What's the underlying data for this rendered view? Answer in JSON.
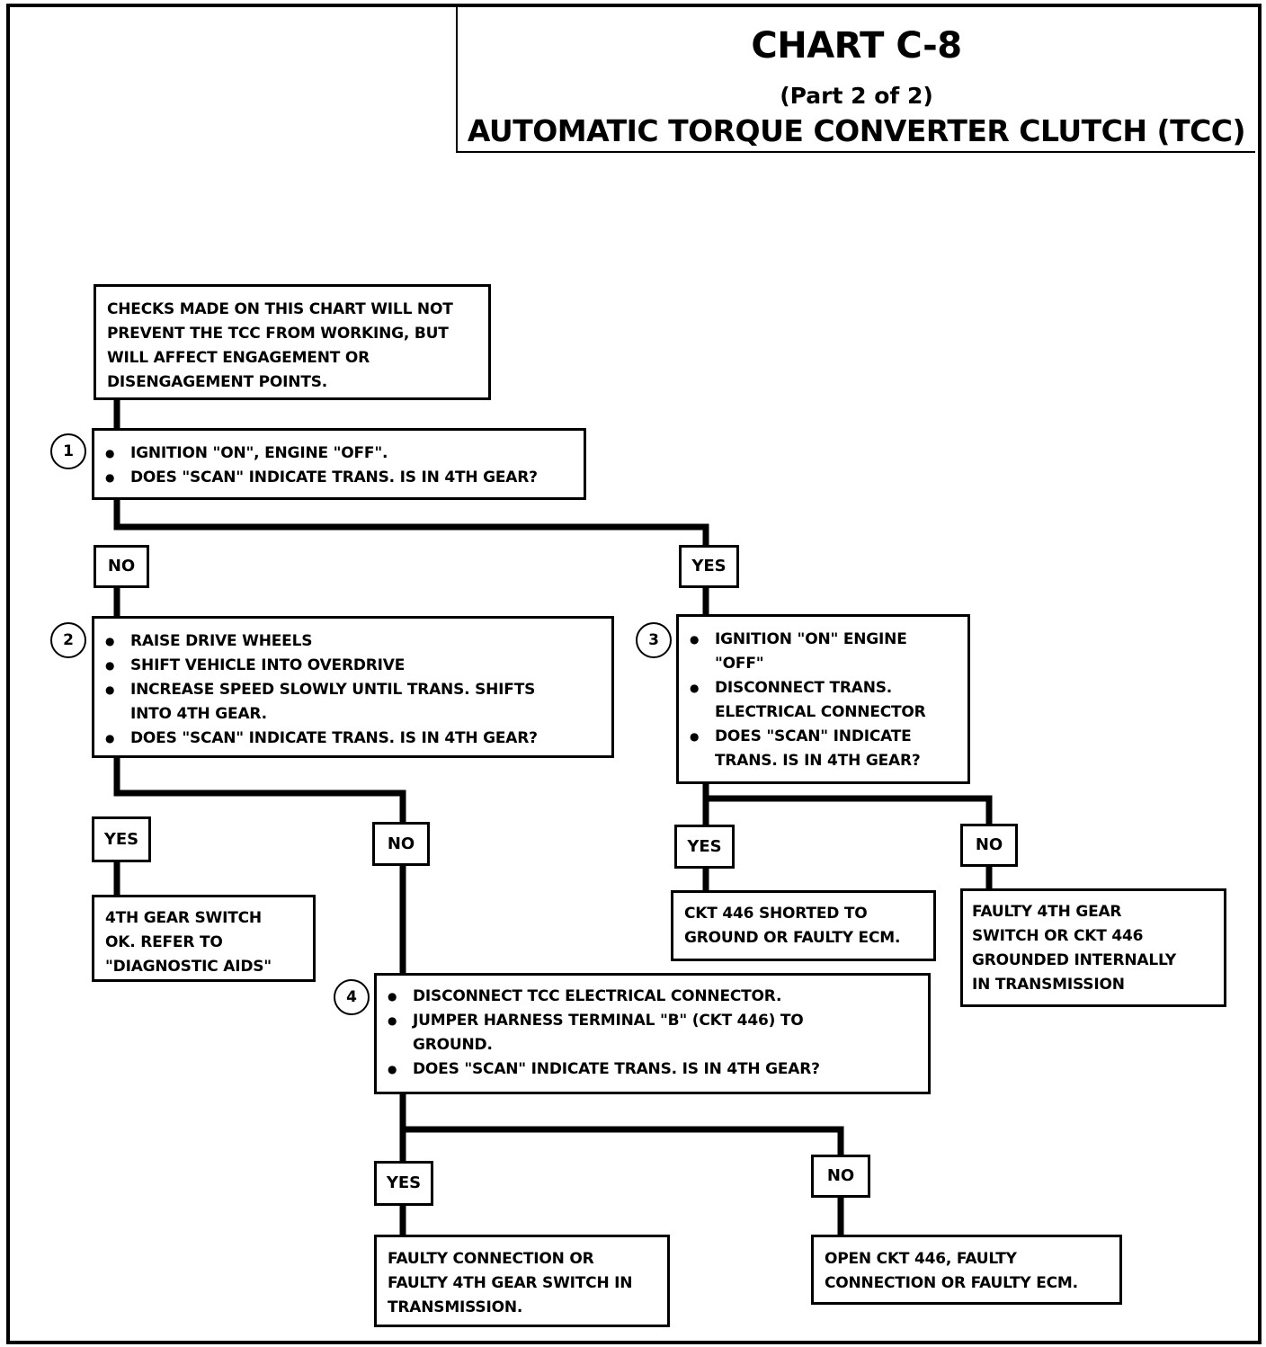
{
  "title": {
    "main": "CHART C-8",
    "sub": "(Part 2 of 2)",
    "desc": "AUTOMATIC TORQUE CONVERTER CLUTCH (TCC)"
  },
  "intro": {
    "lines": [
      "CHECKS MADE ON THIS CHART  WILL NOT",
      "PREVENT THE TCC FROM WORKING, BUT",
      "WILL AFFECT ENGAGEMENT OR",
      "DISENGAGEMENT POINTS."
    ]
  },
  "steps": {
    "s1": {
      "number": "1",
      "bullets": [
        [
          "IGNITION \"ON\", ENGINE \"OFF\"."
        ],
        [
          "DOES \"SCAN\" INDICATE TRANS. IS IN 4TH GEAR?"
        ]
      ]
    },
    "s2": {
      "number": "2",
      "bullets": [
        [
          "RAISE DRIVE WHEELS"
        ],
        [
          "SHIFT VEHICLE INTO OVERDRIVE"
        ],
        [
          "INCREASE SPEED SLOWLY UNTIL TRANS. SHIFTS",
          "INTO 4TH GEAR."
        ],
        [
          "DOES \"SCAN\" INDICATE TRANS. IS IN 4TH GEAR?"
        ]
      ]
    },
    "s3": {
      "number": "3",
      "bullets": [
        [
          "IGNITION \"ON\" ENGINE",
          "\"OFF\""
        ],
        [
          "DISCONNECT TRANS.",
          "ELECTRICAL CONNECTOR"
        ],
        [
          "DOES \"SCAN\" INDICATE",
          "TRANS. IS IN 4TH GEAR?"
        ]
      ]
    },
    "s4": {
      "number": "4",
      "bullets": [
        [
          "DISCONNECT TCC ELECTRICAL CONNECTOR."
        ],
        [
          "JUMPER HARNESS TERMINAL \"B\" (CKT 446) TO",
          "GROUND."
        ],
        [
          "DOES \"SCAN\" INDICATE TRANS. IS IN 4TH GEAR?"
        ]
      ]
    }
  },
  "labels": {
    "yes": "YES",
    "no": "NO"
  },
  "results": {
    "gear_switch_ok": [
      "4TH GEAR SWITCH",
      "OK.  REFER TO",
      "\"DIAGNOSTIC AIDS\""
    ],
    "ckt_shorted": [
      "CKT 446 SHORTED TO",
      "GROUND OR FAULTY ECM."
    ],
    "faulty_switch": [
      "FAULTY 4TH GEAR",
      "SWITCH OR CKT 446",
      "GROUNDED INTERNALLY",
      "IN TRANSMISSION"
    ],
    "faulty_connection": [
      "FAULTY CONNECTION OR",
      "FAULTY 4TH GEAR SWITCH IN",
      "TRANSMISSION."
    ],
    "open_ckt": [
      "OPEN CKT 446, FAULTY",
      "CONNECTION OR FAULTY ECM."
    ]
  }
}
